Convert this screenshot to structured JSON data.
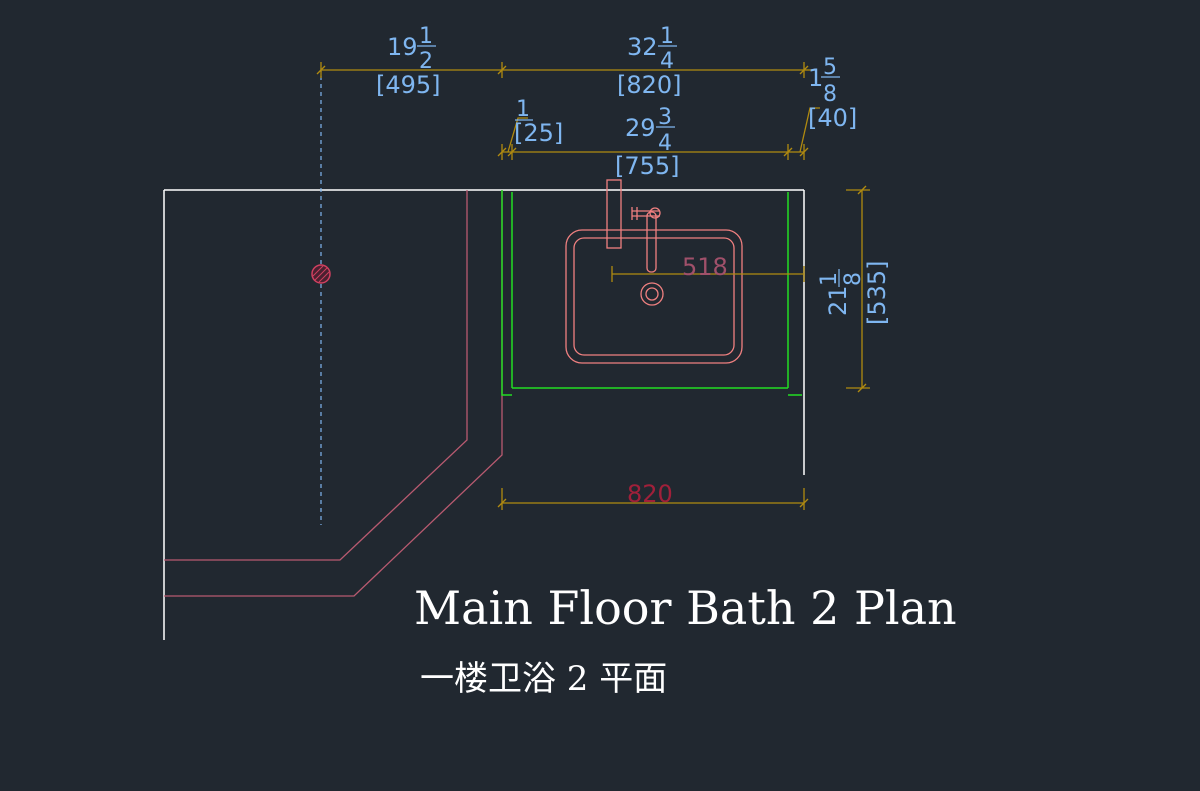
{
  "drawing": {
    "title": "Main Floor Bath 2 Plan",
    "subtitle": "一楼卫浴 2 平面",
    "colors": {
      "background": "#212830",
      "wall": "#ffffff",
      "counter": "#b85a70",
      "sink": "#f08080",
      "cabinet": "#22dd22",
      "dimension": "#b08a10",
      "dim_text": "#7fb6f0",
      "dim_text_red": "#a0203a",
      "dim_text_mauve": "#a0506a"
    }
  },
  "dimensions": {
    "d1": {
      "whole": "19",
      "num": "1",
      "den": "2",
      "metric": "[495]"
    },
    "d2": {
      "whole": "32",
      "num": "1",
      "den": "4",
      "metric": "[820]"
    },
    "d3": {
      "whole": "1",
      "num": "5",
      "den": "8",
      "metric": "[40]"
    },
    "d4": {
      "num": "1",
      "metric": "[25]"
    },
    "d5": {
      "whole": "29",
      "num": "3",
      "den": "4",
      "metric": "[755]"
    },
    "d6": {
      "whole": "21",
      "num": "1",
      "den": "8",
      "metric": "[535]"
    },
    "sink_offset": "518",
    "bottom_width": "820"
  }
}
